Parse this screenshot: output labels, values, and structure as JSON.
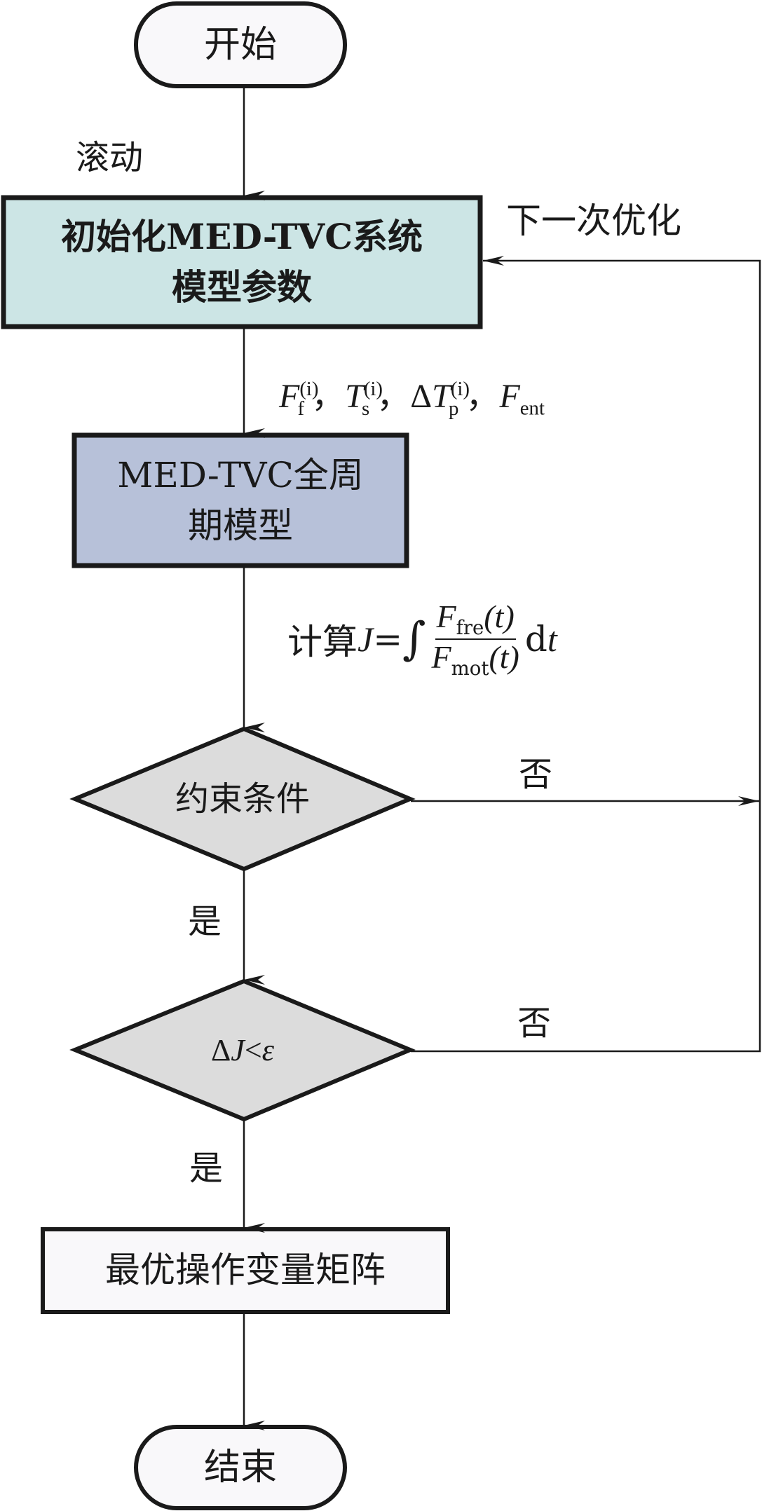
{
  "diagram": {
    "type": "flowchart",
    "colors": {
      "init_box": "#cce5e5",
      "model_box": "#b7c1d9",
      "decision": "#dcdcdc",
      "terminal": "#f9f8fa",
      "result_box": "#f9f8fa",
      "stroke": "#1a1a1a"
    },
    "nodes": {
      "start": {
        "label": "开始"
      },
      "init": {
        "line1": "初始化MED-TVC系统",
        "line2": "模型参数"
      },
      "model": {
        "line1": "MED-TVC全周",
        "line2": "期模型"
      },
      "constraint": {
        "label": "约束条件"
      },
      "convergence": {
        "delta": "Δ",
        "var": "J",
        "op": "<",
        "eps": "ε"
      },
      "result": {
        "label": "最优操作变量矩阵"
      },
      "end": {
        "label": "结束"
      }
    },
    "edge_labels": {
      "rolling": "滚动",
      "next_opt": "下一次优化",
      "params": {
        "p1_main": "F",
        "p1_sub": "f",
        "p1_sup": "(i)",
        "sep": "，",
        "p2_main": "T",
        "p2_sub": "s",
        "p2_sup": "(i)",
        "p3_delta": "Δ",
        "p3_main": "T",
        "p3_sub": "p",
        "p3_sup": "(i)",
        "p4_main": "F",
        "p4_sub": "ent"
      },
      "formula": {
        "prefix": "计算",
        "lhs": "J",
        "eq": "=",
        "integral": "∫",
        "num_main": "F",
        "num_sub": "fre",
        "num_arg": "(t)",
        "den_main": "F",
        "den_sub": "mot",
        "den_arg": "(t)",
        "dt_d": "d",
        "dt_t": "t"
      },
      "constraint_no": "否",
      "constraint_yes": "是",
      "convergence_no": "否",
      "convergence_yes": "是"
    }
  }
}
